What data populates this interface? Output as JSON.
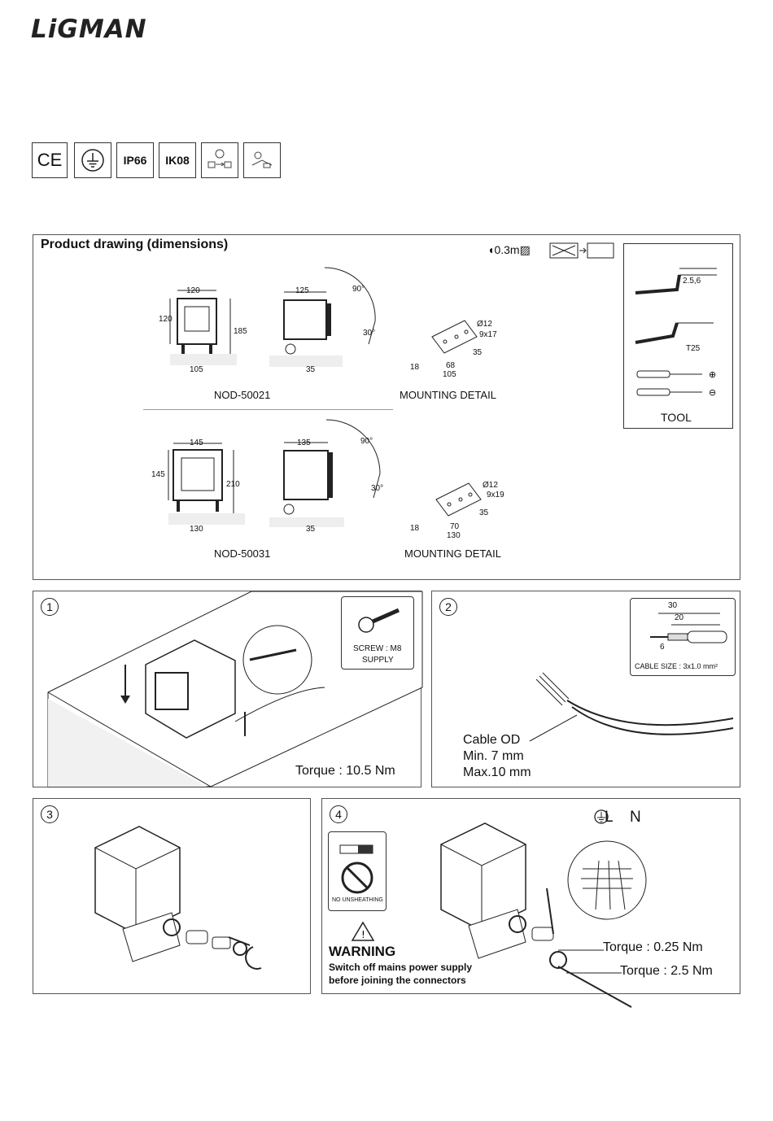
{
  "brand": {
    "logo_text": "LiGMAN"
  },
  "certifications": [
    "CE",
    "earth-symbol",
    "IP66",
    "IK08",
    "driver-icon",
    "cable-icon"
  ],
  "drawing": {
    "title": "Product drawing (dimensions)",
    "distance": "0.3m",
    "models": [
      {
        "name": "NOD-50021",
        "width": "120",
        "height_body": "120",
        "height_total": "185",
        "base": "105",
        "side_width": "125",
        "side_offset": "35",
        "angle_top": "90°",
        "angle_bottom": "30°",
        "mounting": {
          "label": "MOUNTING DETAIL",
          "hole": "Ø12",
          "slot": "9x17",
          "spacing": "68",
          "length": "105",
          "height": "35",
          "thick": "18"
        }
      },
      {
        "name": "NOD-50031",
        "width": "145",
        "height_body": "145",
        "height_total": "210",
        "base": "130",
        "side_width": "135",
        "side_offset": "35",
        "angle_top": "90°",
        "angle_bottom": "30°",
        "mounting": {
          "label": "MOUNTING DETAIL",
          "hole": "Ø12",
          "slot": "9x19",
          "spacing": "70",
          "length": "130",
          "height": "35",
          "thick": "18"
        }
      }
    ],
    "tools": {
      "label": "TOOL",
      "hex": "2.5,6",
      "torx": "T25"
    }
  },
  "steps": [
    {
      "num": "1",
      "screw_line1": "SCREW : M8",
      "screw_line2": "SUPPLY",
      "torque": "Torque : 10.5 Nm"
    },
    {
      "num": "2",
      "strip_a": "30",
      "strip_b": "20",
      "strip_c": "6",
      "cable_size": "CABLE SIZE : 3x1.0 mm²",
      "cable_od": "Cable OD",
      "min": "Min. 7 mm",
      "max": "Max.10 mm"
    },
    {
      "num": "3"
    },
    {
      "num": "4",
      "no_unsheathing": "NO UNSHEATHING",
      "warning": "WARNING",
      "warning_line1": "Switch off mains power supply",
      "warning_line2": "before joining the connectors",
      "terminals": [
        "L",
        "N"
      ],
      "torque1": "Torque : 0.25 Nm",
      "torque2": "Torque : 2.5 Nm"
    }
  ]
}
